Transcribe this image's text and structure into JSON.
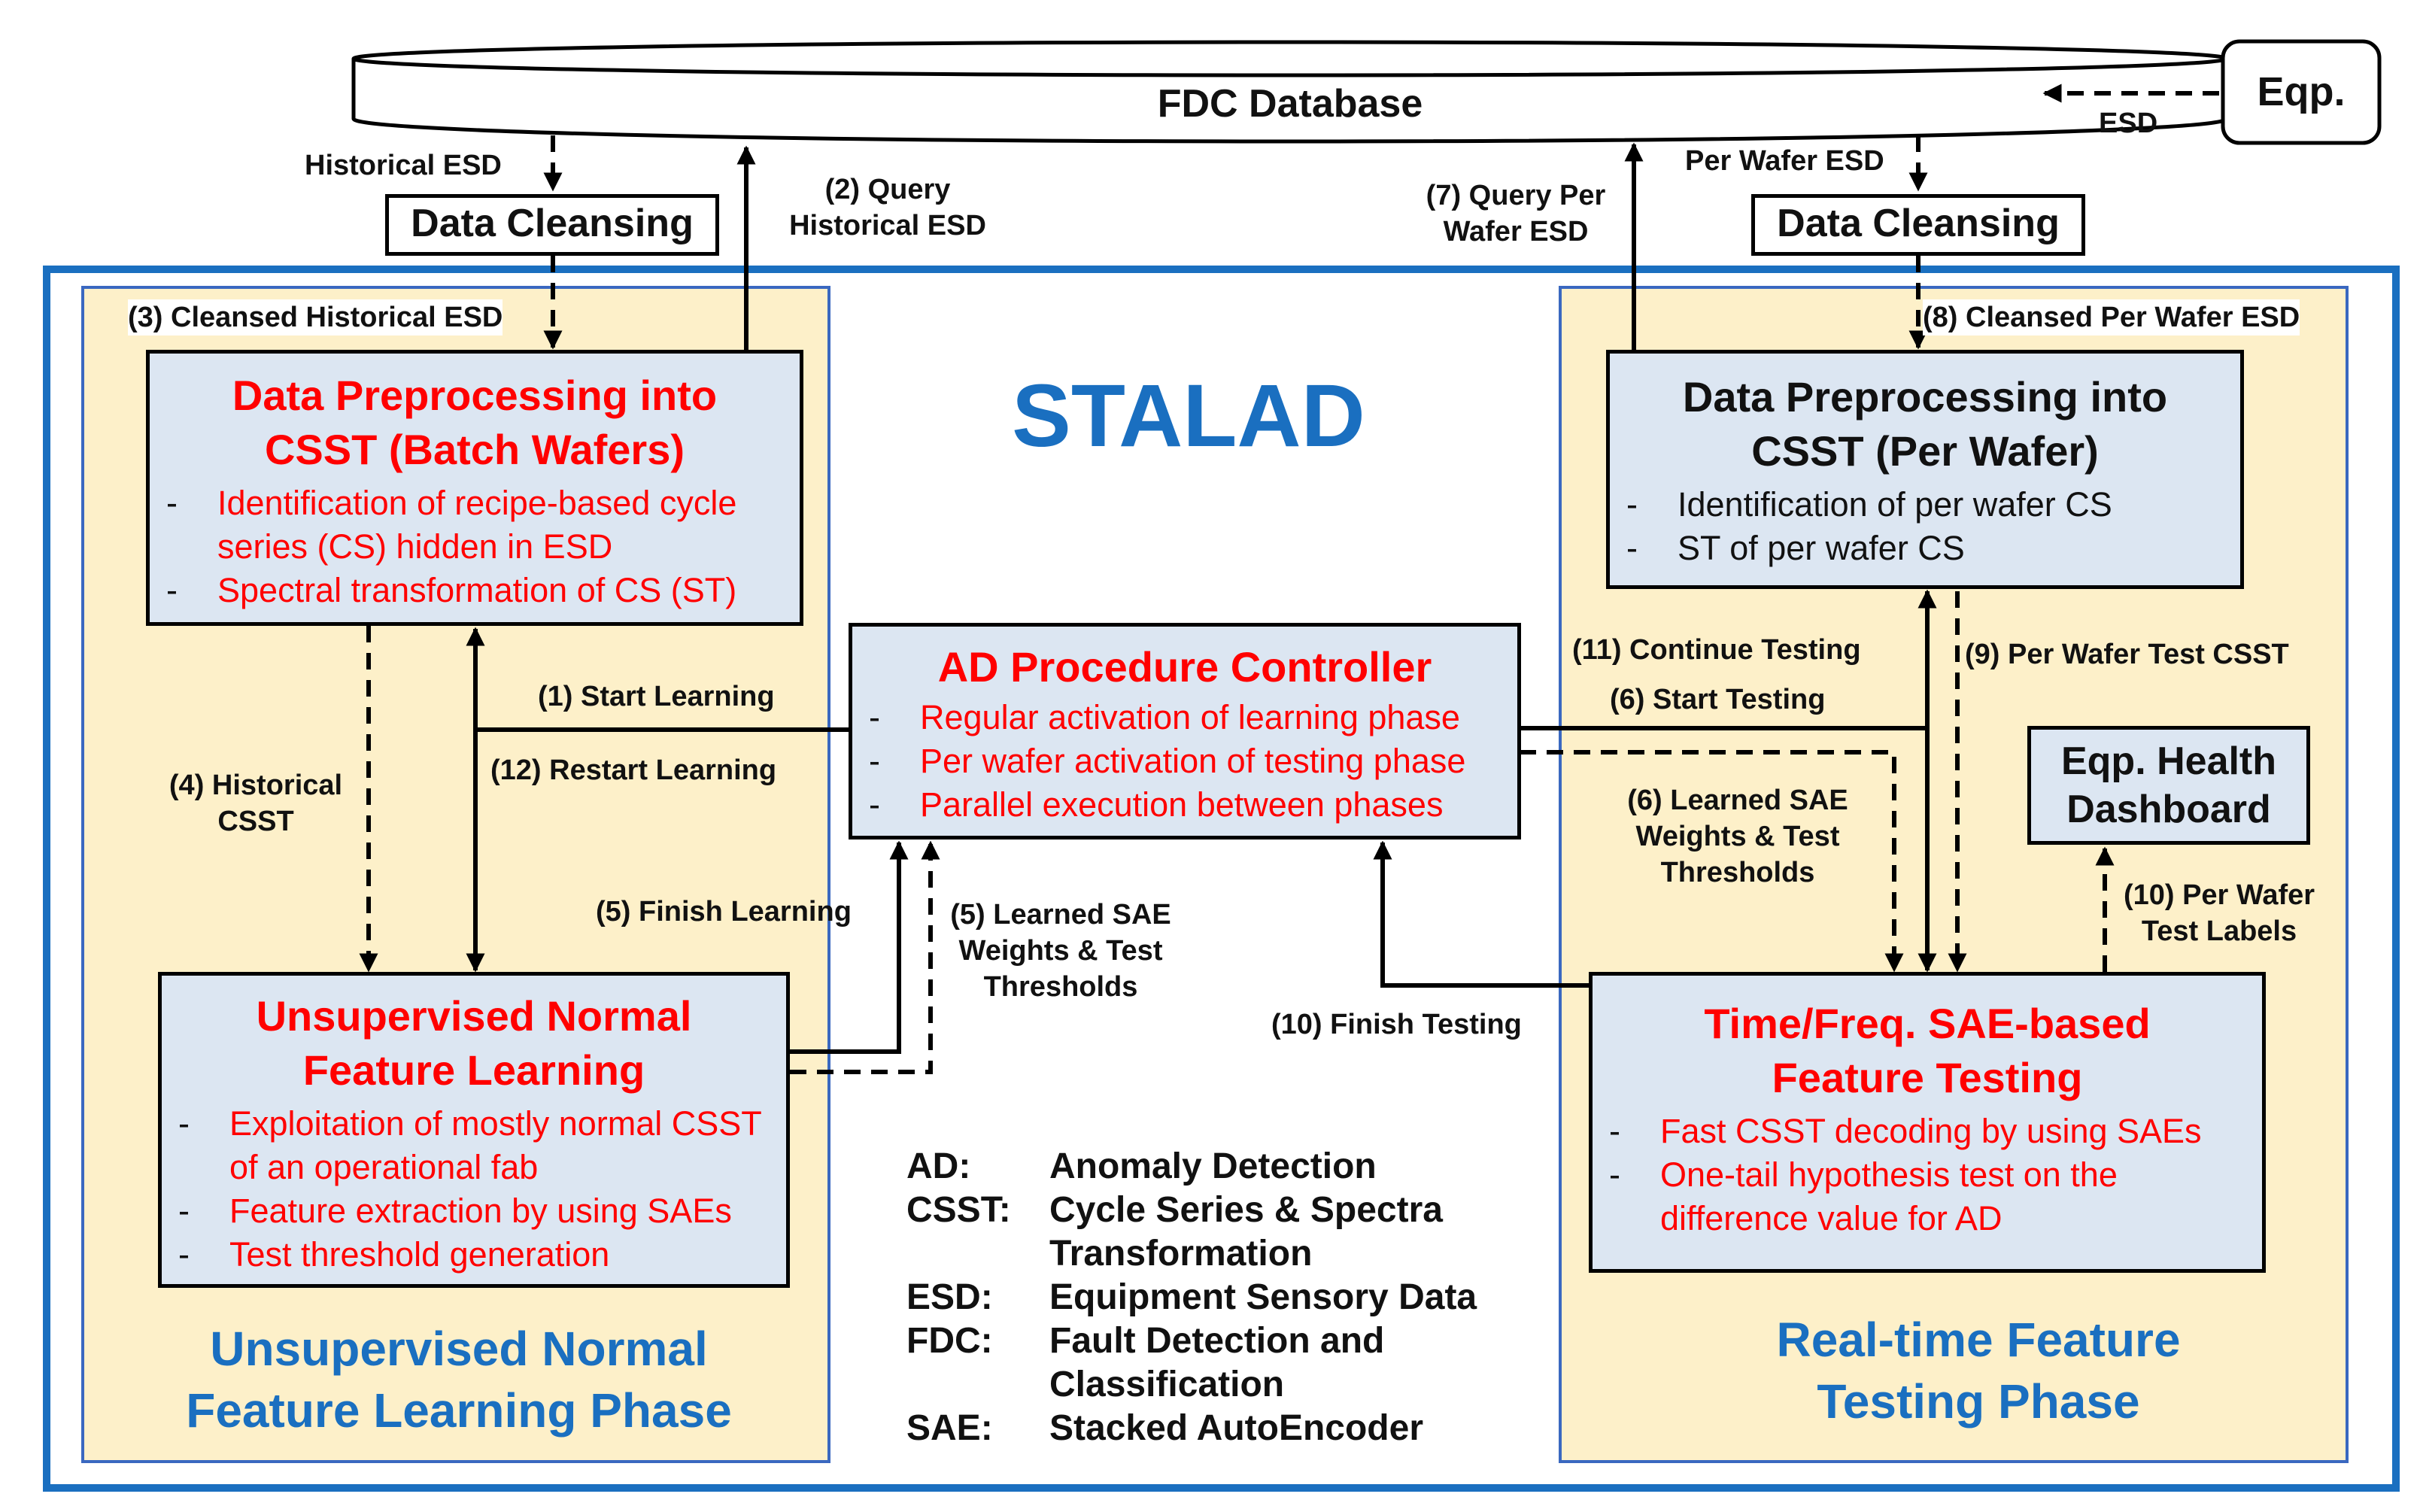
{
  "database": {
    "label": "FDC Database"
  },
  "equipment": {
    "label": "Eqp.",
    "arrow_label": "ESD"
  },
  "cleansing": {
    "left_label": "Data Cleansing",
    "right_label": "Data Cleansing"
  },
  "system_title": "STALAD",
  "phases": {
    "learning": {
      "title_lines": [
        "Unsupervised Normal",
        "Feature Learning Phase"
      ]
    },
    "testing": {
      "title_lines": [
        "Real-time Feature",
        "Testing Phase"
      ]
    }
  },
  "boxes": {
    "preprocess_batch": {
      "title_lines": [
        "Data Preprocessing into",
        "CSST (Batch Wafers)"
      ],
      "items": [
        "Identification of recipe-based cycle series (CS) hidden in ESD",
        "Spectral transformation of CS (ST)"
      ]
    },
    "feature_learning": {
      "title_lines": [
        "Unsupervised Normal",
        "Feature Learning"
      ],
      "items": [
        "Exploitation of mostly normal CSST of an operational fab",
        "Feature extraction by using SAEs",
        "Test threshold generation"
      ]
    },
    "controller": {
      "title": "AD Procedure Controller",
      "items": [
        "Regular activation of learning phase",
        "Per wafer activation of testing phase",
        "Parallel execution between phases"
      ]
    },
    "preprocess_wafer": {
      "title_lines": [
        "Data Preprocessing into",
        "CSST (Per Wafer)"
      ],
      "items": [
        "Identification of per wafer CS",
        "ST of per wafer CS"
      ]
    },
    "feature_testing": {
      "title_lines": [
        "Time/Freq. SAE-based",
        "Feature Testing"
      ],
      "items": [
        "Fast CSST decoding by using SAEs",
        "One-tail hypothesis test on the difference value for AD"
      ]
    },
    "dashboard": {
      "title_lines": [
        "Eqp. Health",
        "Dashboard"
      ]
    }
  },
  "flow_labels": {
    "historical_esd": "Historical ESD",
    "query_historical": [
      "(2) Query",
      "Historical ESD"
    ],
    "cleansed_historical": "(3) Cleansed Historical  ESD",
    "historical_csst": [
      "(4) Historical",
      "CSST"
    ],
    "start_learning": "(1) Start Learning",
    "restart_learning": "(12) Restart Learning",
    "finish_learning": "(5) Finish Learning",
    "learned_sae_5": [
      "(5) Learned SAE",
      "Weights & Test",
      "Thresholds"
    ],
    "query_per_wafer": [
      "(7) Query Per",
      "Wafer ESD"
    ],
    "per_wafer_esd": "Per Wafer ESD",
    "cleansed_per_wafer": "(8) Cleansed Per Wafer ESD",
    "continue_testing": "(11) Continue Testing",
    "start_testing": "(6) Start Testing",
    "per_wafer_test_csst": "(9) Per Wafer Test CSST",
    "learned_sae_6": [
      "(6) Learned SAE",
      "Weights & Test",
      "Thresholds"
    ],
    "finish_testing": "(10) Finish Testing",
    "per_wafer_test_labels": [
      "(10) Per Wafer",
      "Test Labels"
    ]
  },
  "glossary": [
    {
      "term": "AD:",
      "definition_lines": [
        "Anomaly Detection"
      ]
    },
    {
      "term": "CSST:",
      "definition_lines": [
        "Cycle Series & Spectra",
        "Transformation"
      ]
    },
    {
      "term": "ESD:",
      "definition_lines": [
        "Equipment Sensory Data"
      ]
    },
    {
      "term": "FDC:",
      "definition_lines": [
        "Fault Detection and",
        "Classification"
      ]
    },
    {
      "term": "SAE:",
      "definition_lines": [
        "Stacked AutoEncoder"
      ]
    }
  ],
  "colors": {
    "highlight_text": "#ff0000",
    "phase_title": "#1a6fc0",
    "phase_fill": "#fdf0c9",
    "box_fill": "#dce6f2",
    "frame": "#1a6fc0"
  }
}
